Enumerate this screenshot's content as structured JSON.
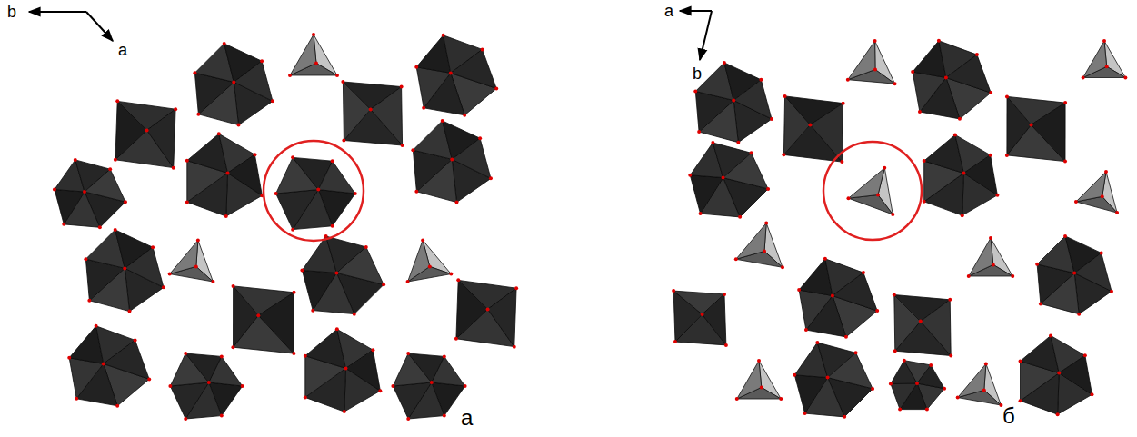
{
  "diagram": {
    "labels": [
      "b",
      "a",
      "а",
      "a",
      "b",
      "б"
    ]
  }
}
